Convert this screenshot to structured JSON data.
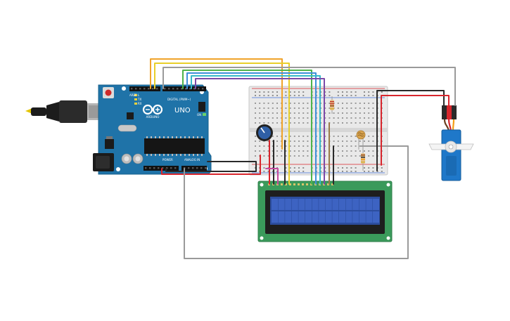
{
  "arduino": {
    "model": "UNO",
    "brand": "ARDUINO",
    "header_digital": "DIGITAL (PWM~)",
    "header_power": "POWER",
    "header_analog": "ANALOG IN",
    "label_l": "L",
    "label_tx": "TX",
    "label_rx": "RX",
    "label_on": "ON",
    "label_aref": "AREF",
    "label_gnd": "GND"
  },
  "lcd": {
    "columns": 16,
    "rows": 2
  },
  "colors": {
    "board": "#1f73a8",
    "breadboard": "#e9e9e9",
    "lcd_pcb": "#3a9a5b",
    "lcd_screen": "#2c4d9e",
    "servo": "#1f78c9",
    "wire_red": "#d8262d",
    "wire_black": "#2a2a2a",
    "wire_grey": "#8a8a8a",
    "wire_orange": "#f0a32a",
    "wire_yellow": "#e8cf2a",
    "wire_green": "#4db24a",
    "wire_blue": "#3f8fd9",
    "wire_cyan": "#36b9c9",
    "wire_purple": "#7b4aa7",
    "wire_pink": "#c64aa0"
  }
}
